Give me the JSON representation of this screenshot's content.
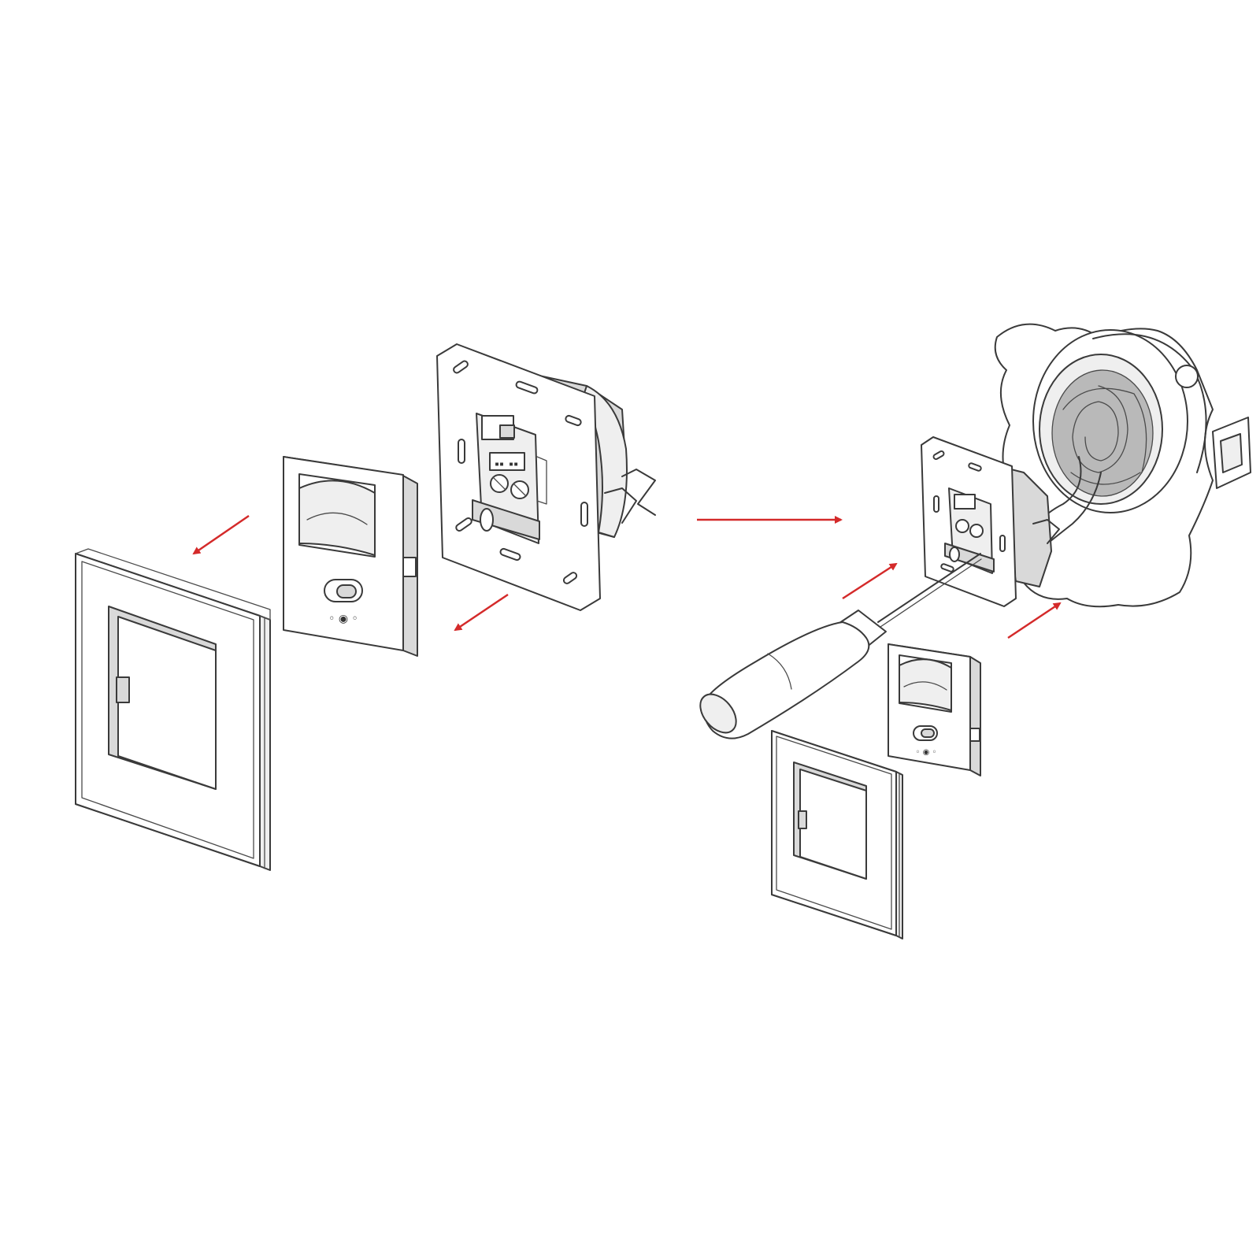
{
  "diagram": {
    "accent_color": "#d42a2a",
    "line_color": "#3a3a3a",
    "left_assembly": {
      "parts": [
        "frame",
        "sensor-cover",
        "switch-insert"
      ],
      "arrow_directions": [
        "down-left",
        "down-left"
      ]
    },
    "right_assembly": {
      "parts": [
        "wall-box",
        "switch-insert",
        "screwdriver",
        "sensor-cover",
        "frame"
      ],
      "arrow_directions": [
        "up-right",
        "up-right"
      ]
    },
    "transition_arrow": "right",
    "sensor_symbol": "◦ ◉ ◦"
  }
}
